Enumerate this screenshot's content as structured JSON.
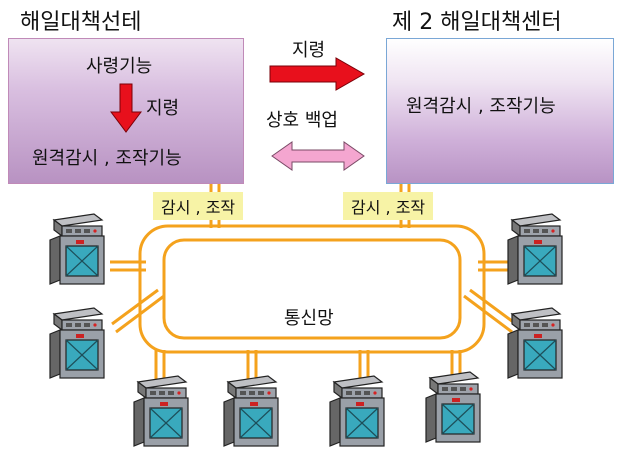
{
  "center_left": {
    "title": "해일대책선테",
    "command_function": "사령기능",
    "command_arrow_label": "지령",
    "remote_function": "원격감시 , 조작기능"
  },
  "center_right": {
    "title": "제 2 해일대책센터",
    "remote_function": "원격감시 , 조작기능"
  },
  "links": {
    "command_label": "지령",
    "backup_label": "상호 백업"
  },
  "network": {
    "label": "통신망",
    "monitor_tag_left": "감시 , 조작",
    "monitor_tag_right": "감시 , 조작"
  },
  "colors": {
    "network_line": "#f4a21d",
    "command_arrow": "#e8101c",
    "backup_arrow": "#f4a6d0"
  }
}
